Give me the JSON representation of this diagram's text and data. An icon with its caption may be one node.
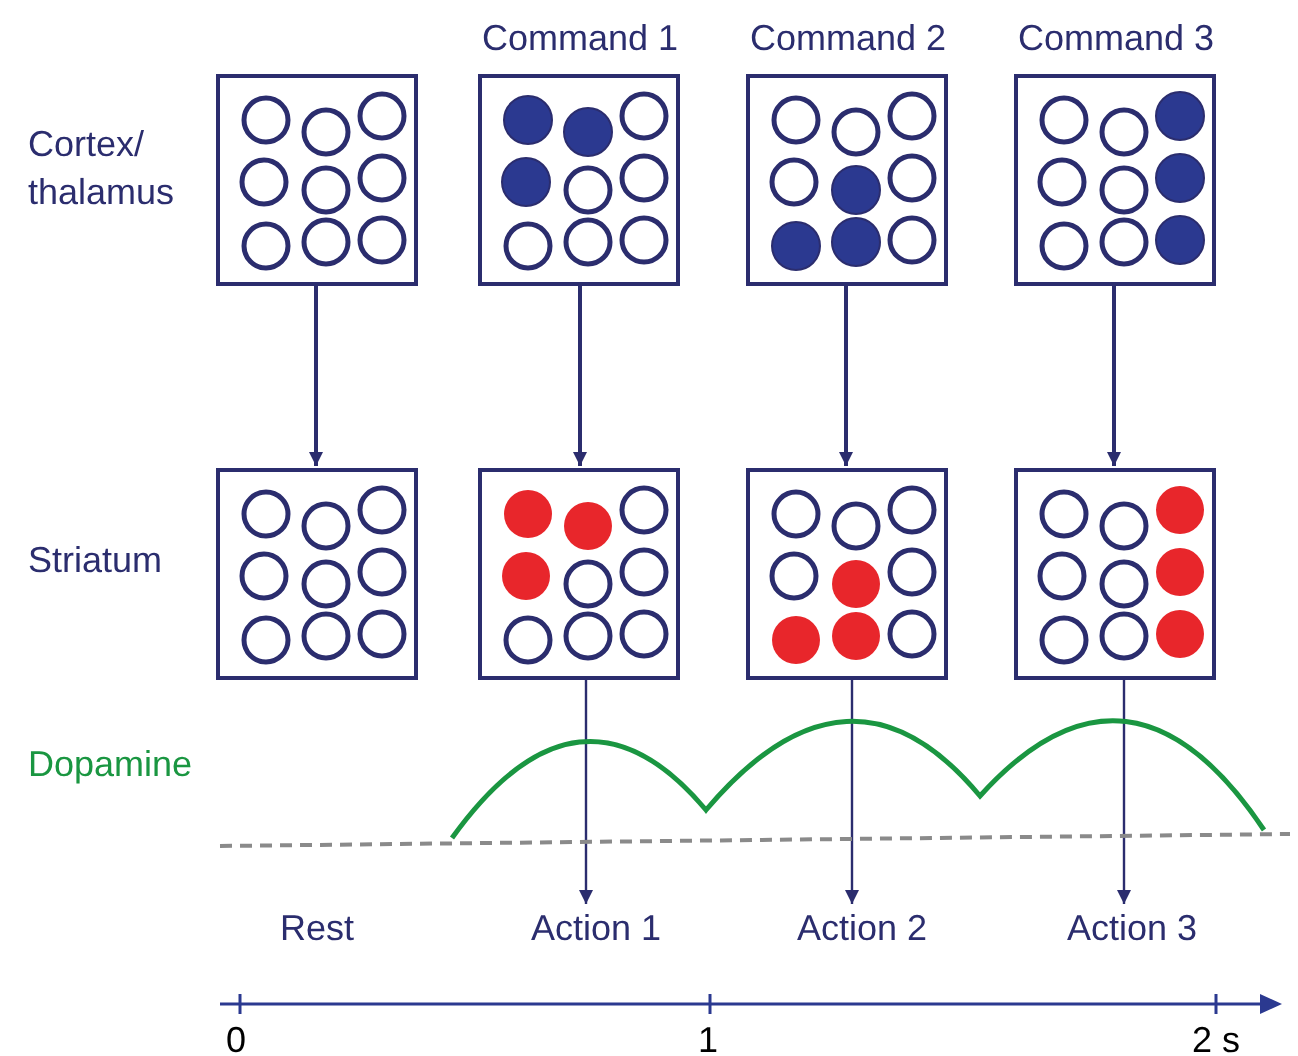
{
  "diagram": {
    "nodes": [
      {
        "text": [],
        "shape": "box"
      },
      {
        "text": [
          "Command 1"
        ]
      },
      {
        "text": [
          "Command 2"
        ]
      },
      {
        "text": [
          "Command 3"
        ]
      },
      {
        "text": [],
        "shape": "box"
      },
      {
        "text": [],
        "shape": "box"
      },
      {
        "text": [],
        "shape": "box"
      },
      {
        "text": [],
        "shape": "box"
      },
      {
        "text": [
          "Action 1"
        ]
      },
      {
        "text": [
          "Action 2"
        ]
      },
      {
        "text": [
          "Action 3"
        ]
      }
    ],
    "edges": [
      {
        "from": 0,
        "to": 4,
        "arrow": "to"
      },
      {
        "from": 1,
        "to": 5,
        "arrow": "to"
      },
      {
        "from": 2,
        "to": 6,
        "arrow": "to"
      },
      {
        "from": 3,
        "to": 7,
        "arrow": "to"
      },
      {
        "from": 5,
        "to": 8,
        "arrow": "to"
      },
      {
        "from": 6,
        "to": 9,
        "arrow": "to"
      },
      {
        "from": 7,
        "to": 10,
        "arrow": "to"
      }
    ],
    "labels": [
      "Cortex/ thalamus",
      "Striatum",
      "Dopamine",
      "Rest",
      "0",
      "1",
      "2 s"
    ]
  }
}
